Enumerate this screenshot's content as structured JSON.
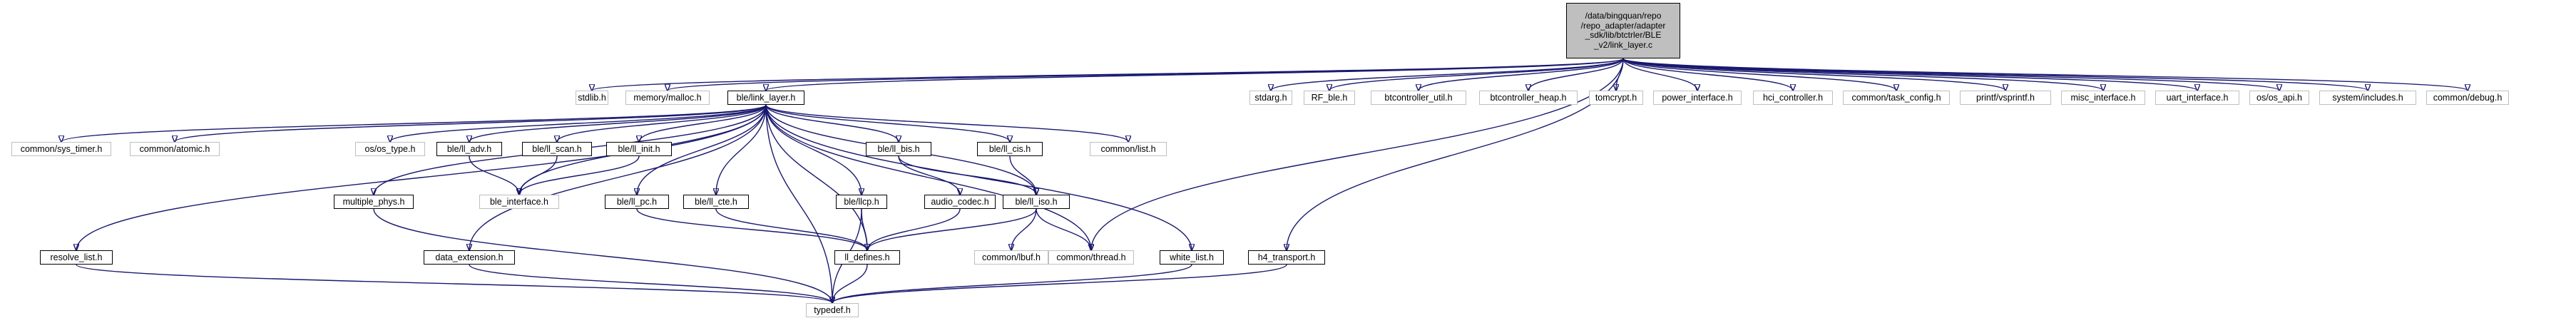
{
  "graph": {
    "root": {
      "label": "/data/bingquan/repo\n/repo_adapter/adapter\n_sdk/lib/btctrler/BLE\n_v2/link_layer.c",
      "style": "root"
    },
    "nodes": {
      "stdlib": {
        "label": "stdlib.h",
        "style": "sys"
      },
      "memory_malloc": {
        "label": "memory/malloc.h",
        "style": "sys"
      },
      "link_layer": {
        "label": "ble/link_layer.h",
        "style": "local"
      },
      "stdarg": {
        "label": "stdarg.h",
        "style": "sys"
      },
      "rf_ble": {
        "label": "RF_ble.h",
        "style": "sys"
      },
      "btcontroller_util": {
        "label": "btcontroller_util.h",
        "style": "sys"
      },
      "btcontroller_heap": {
        "label": "btcontroller_heap.h",
        "style": "sys"
      },
      "tomcrypt": {
        "label": "tomcrypt.h",
        "style": "sys"
      },
      "power_interface": {
        "label": "power_interface.h",
        "style": "sys"
      },
      "hci_controller": {
        "label": "hci_controller.h",
        "style": "sys"
      },
      "task_config": {
        "label": "common/task_config.h",
        "style": "sys"
      },
      "printf_vsprintf": {
        "label": "printf/vsprintf.h",
        "style": "sys"
      },
      "misc_interface": {
        "label": "misc_interface.h",
        "style": "sys"
      },
      "uart_interface": {
        "label": "uart_interface.h",
        "style": "sys"
      },
      "os_api": {
        "label": "os/os_api.h",
        "style": "sys"
      },
      "system_includes": {
        "label": "system/includes.h",
        "style": "sys"
      },
      "common_debug": {
        "label": "common/debug.h",
        "style": "sys"
      },
      "sys_timer": {
        "label": "common/sys_timer.h",
        "style": "sys"
      },
      "common_atomic": {
        "label": "common/atomic.h",
        "style": "sys"
      },
      "os_type": {
        "label": "os/os_type.h",
        "style": "sys"
      },
      "ll_adv": {
        "label": "ble/ll_adv.h",
        "style": "local"
      },
      "ll_scan": {
        "label": "ble/ll_scan.h",
        "style": "local"
      },
      "ll_init": {
        "label": "ble/ll_init.h",
        "style": "local"
      },
      "ll_bis": {
        "label": "ble/ll_bis.h",
        "style": "local"
      },
      "ll_cis": {
        "label": "ble/ll_cis.h",
        "style": "local"
      },
      "common_list": {
        "label": "common/list.h",
        "style": "sys"
      },
      "ble_interface": {
        "label": "ble_interface.h",
        "style": "sys"
      },
      "multiple_phys": {
        "label": "multiple_phys.h",
        "style": "local"
      },
      "ll_pc": {
        "label": "ble/ll_pc.h",
        "style": "local"
      },
      "ll_cte": {
        "label": "ble/ll_cte.h",
        "style": "local"
      },
      "llcp": {
        "label": "ble/llcp.h",
        "style": "local"
      },
      "audio_codec": {
        "label": "audio_codec.h",
        "style": "local"
      },
      "ll_iso": {
        "label": "ble/ll_iso.h",
        "style": "local"
      },
      "resolve_list": {
        "label": "resolve_list.h",
        "style": "local"
      },
      "data_extension": {
        "label": "data_extension.h",
        "style": "local"
      },
      "ll_defines": {
        "label": "ll_defines.h",
        "style": "local"
      },
      "common_lbuf": {
        "label": "common/lbuf.h",
        "style": "sys"
      },
      "common_thread": {
        "label": "common/thread.h",
        "style": "sys"
      },
      "white_list": {
        "label": "white_list.h",
        "style": "local"
      },
      "h4_transport": {
        "label": "h4_transport.h",
        "style": "local"
      },
      "typedef": {
        "label": "typedef.h",
        "style": "sys"
      }
    },
    "edges": [
      [
        "root",
        "stdlib"
      ],
      [
        "root",
        "memory_malloc"
      ],
      [
        "root",
        "link_layer"
      ],
      [
        "root",
        "stdarg"
      ],
      [
        "root",
        "rf_ble"
      ],
      [
        "root",
        "btcontroller_util"
      ],
      [
        "root",
        "btcontroller_heap"
      ],
      [
        "root",
        "tomcrypt"
      ],
      [
        "root",
        "power_interface"
      ],
      [
        "root",
        "hci_controller"
      ],
      [
        "root",
        "task_config"
      ],
      [
        "root",
        "printf_vsprintf"
      ],
      [
        "root",
        "misc_interface"
      ],
      [
        "root",
        "uart_interface"
      ],
      [
        "root",
        "os_api"
      ],
      [
        "root",
        "system_includes"
      ],
      [
        "root",
        "common_debug"
      ],
      [
        "root",
        "common_thread"
      ],
      [
        "root",
        "h4_transport"
      ],
      [
        "link_layer",
        "sys_timer"
      ],
      [
        "link_layer",
        "common_atomic"
      ],
      [
        "link_layer",
        "os_type"
      ],
      [
        "link_layer",
        "ll_adv"
      ],
      [
        "link_layer",
        "ll_scan"
      ],
      [
        "link_layer",
        "ll_init"
      ],
      [
        "link_layer",
        "ll_bis"
      ],
      [
        "link_layer",
        "ll_cis"
      ],
      [
        "link_layer",
        "common_list"
      ],
      [
        "link_layer",
        "ble_interface"
      ],
      [
        "link_layer",
        "multiple_phys"
      ],
      [
        "link_layer",
        "ll_pc"
      ],
      [
        "link_layer",
        "ll_cte"
      ],
      [
        "link_layer",
        "llcp"
      ],
      [
        "link_layer",
        "ll_iso"
      ],
      [
        "link_layer",
        "resolve_list"
      ],
      [
        "link_layer",
        "data_extension"
      ],
      [
        "link_layer",
        "ll_defines"
      ],
      [
        "link_layer",
        "common_thread"
      ],
      [
        "link_layer",
        "white_list"
      ],
      [
        "link_layer",
        "typedef"
      ],
      [
        "ll_adv",
        "ble_interface"
      ],
      [
        "ll_scan",
        "ble_interface"
      ],
      [
        "ll_init",
        "ble_interface"
      ],
      [
        "ll_bis",
        "audio_codec"
      ],
      [
        "ll_bis",
        "ll_iso"
      ],
      [
        "ll_cis",
        "ll_iso"
      ],
      [
        "audio_codec",
        "ll_defines"
      ],
      [
        "ll_iso",
        "ll_defines"
      ],
      [
        "ll_iso",
        "common_lbuf"
      ],
      [
        "ll_iso",
        "common_thread"
      ],
      [
        "ll_pc",
        "ll_defines"
      ],
      [
        "ll_cte",
        "ll_defines"
      ],
      [
        "llcp",
        "ll_defines"
      ],
      [
        "llcp",
        "typedef"
      ],
      [
        "multiple_phys",
        "typedef"
      ],
      [
        "resolve_list",
        "typedef"
      ],
      [
        "data_extension",
        "typedef"
      ],
      [
        "ll_defines",
        "typedef"
      ],
      [
        "white_list",
        "typedef"
      ],
      [
        "h4_transport",
        "typedef"
      ]
    ]
  }
}
